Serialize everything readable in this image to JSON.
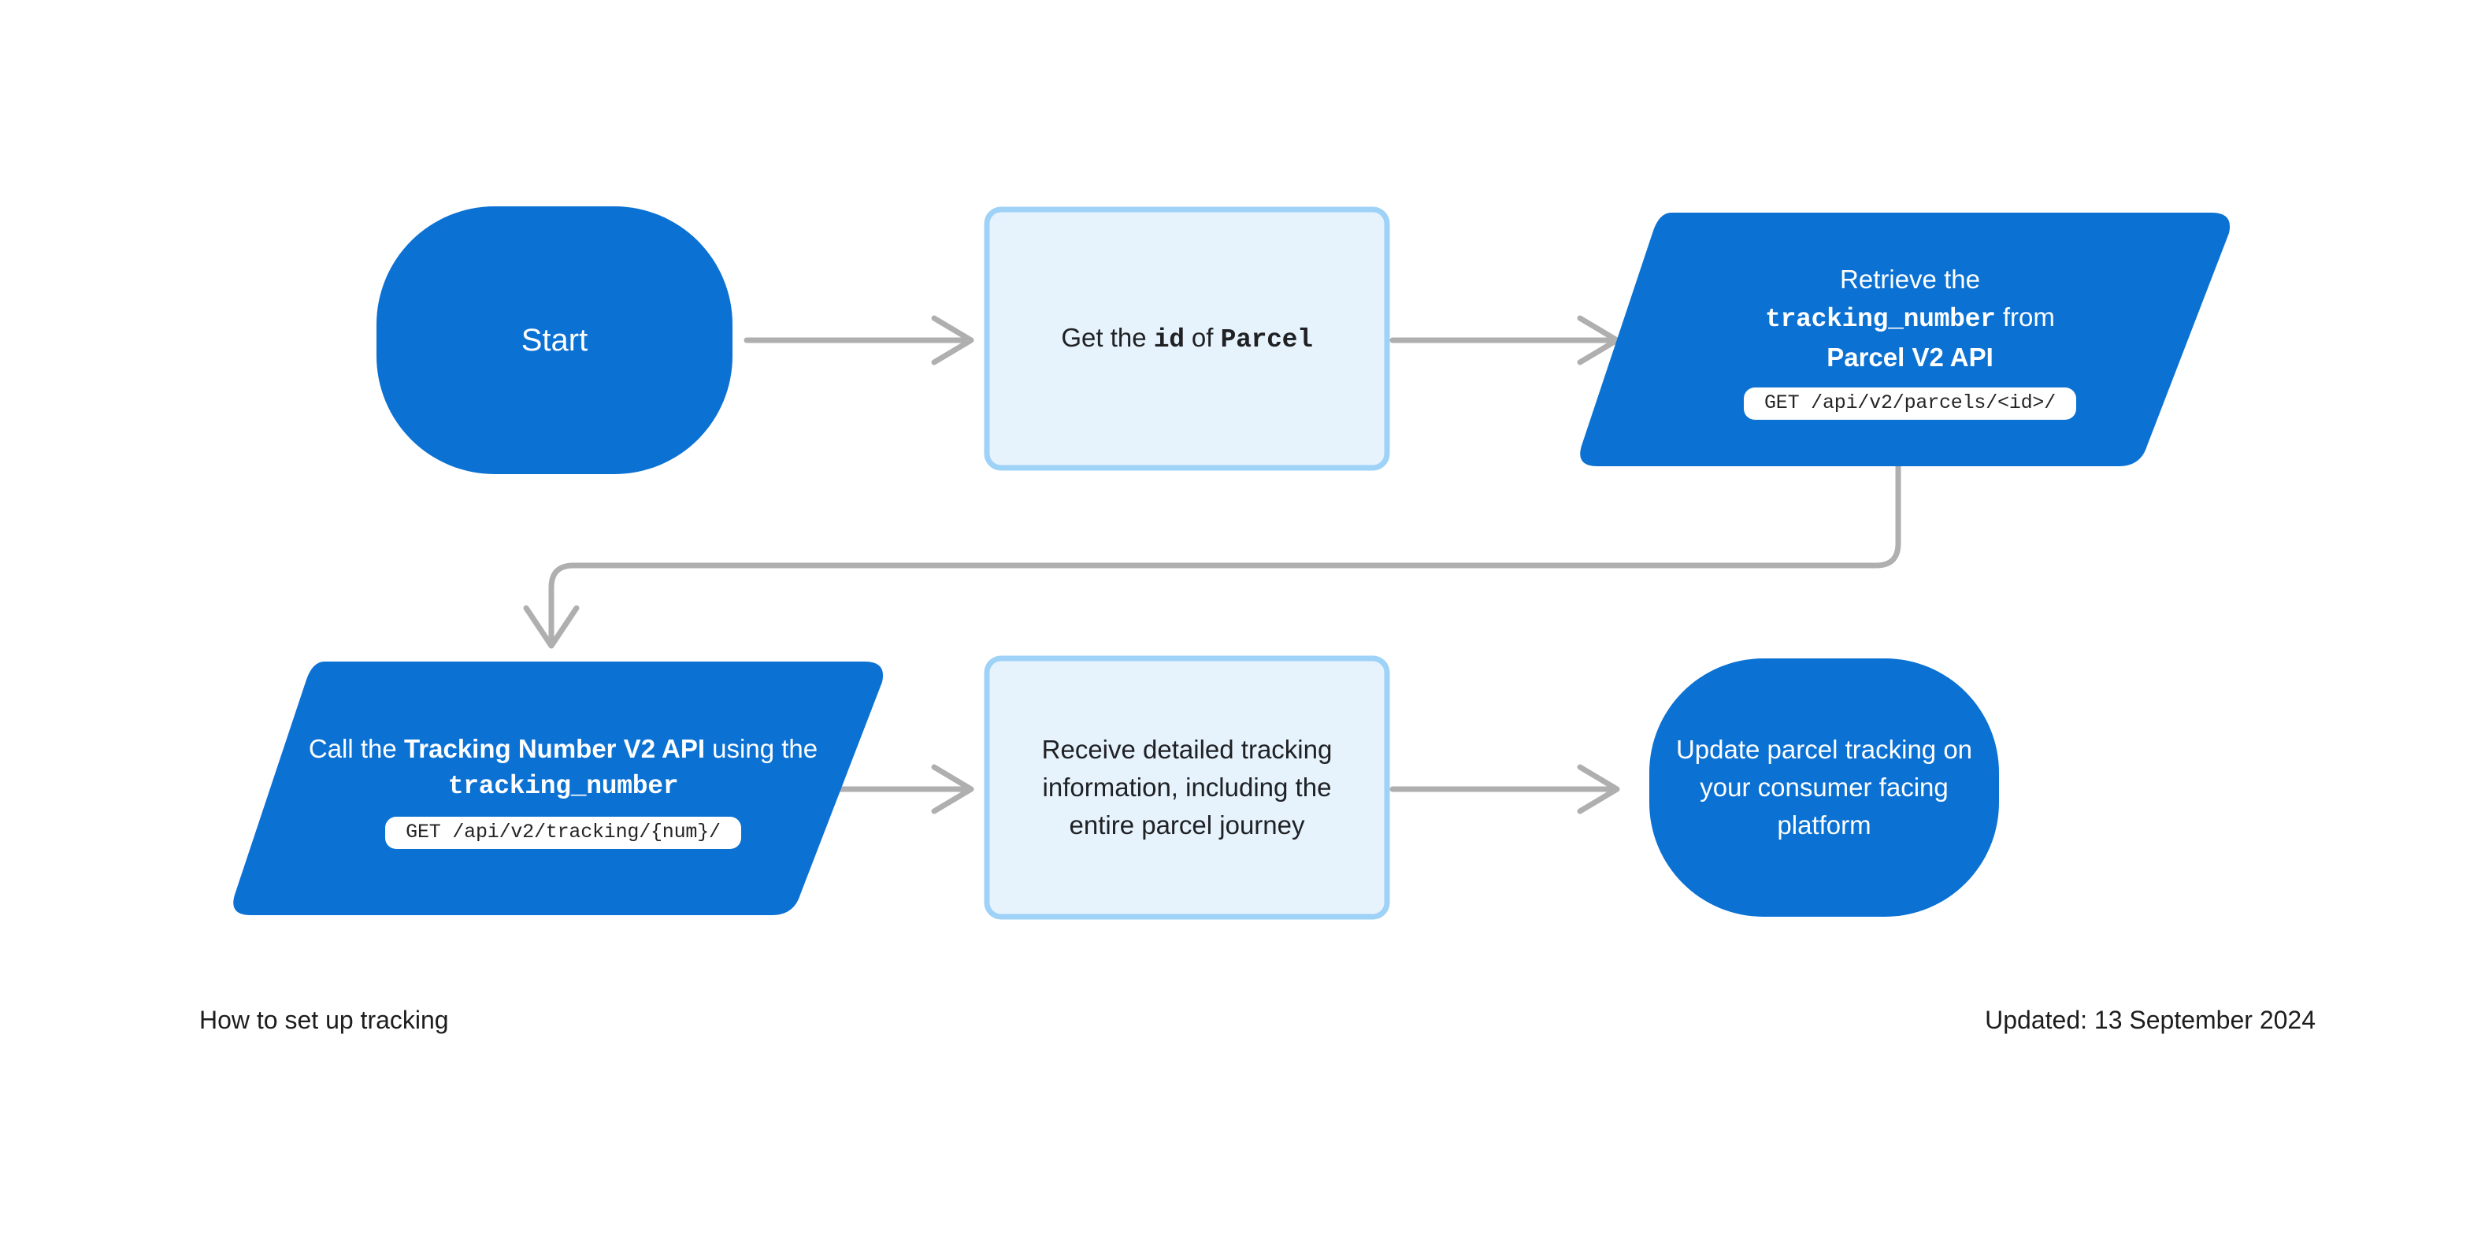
{
  "diagram": {
    "type": "flowchart",
    "title": "How to set up tracking",
    "updated": "Updated: 13 September 2024",
    "colors": {
      "process_fill": "#0B71D3",
      "process_text": "#FFFFFF",
      "note_fill": "#E6F3FD",
      "note_border": "#9ED2F7",
      "note_text": "#202124",
      "connector": "#AFAFAF",
      "pill_bg": "#FFFFFF",
      "pill_text": "#242424",
      "background": "#FFFFFF"
    },
    "nodes": [
      {
        "id": "start",
        "shape": "rounded-terminator",
        "label": "Start",
        "text_parts": [
          {
            "text": "Start",
            "style": "plain"
          }
        ],
        "fill": "#0B71D3"
      },
      {
        "id": "get-id",
        "shape": "rounded-rect",
        "label": "Get the id of Parcel",
        "text_parts": [
          {
            "text": "Get the ",
            "style": "plain"
          },
          {
            "text": "id",
            "style": "mono"
          },
          {
            "text": " of ",
            "style": "plain"
          },
          {
            "text": "Parcel",
            "style": "mono"
          }
        ],
        "fill": "#E6F3FD"
      },
      {
        "id": "retrieve-tracking-number",
        "shape": "parallelogram",
        "label": "Retrieve the tracking_number from Parcel V2 API",
        "text_parts": [
          {
            "text": "Retrieve the",
            "style": "plain"
          },
          {
            "text": "\n",
            "style": "break"
          },
          {
            "text": "tracking_number",
            "style": "mono"
          },
          {
            "text": " from",
            "style": "plain"
          },
          {
            "text": "\n",
            "style": "break"
          },
          {
            "text": "Parcel V2 API",
            "style": "strong"
          }
        ],
        "api_pill": "GET /api/v2/parcels/<id>/",
        "fill": "#0B71D3"
      },
      {
        "id": "call-tracking-api",
        "shape": "parallelogram",
        "label": "Call the Tracking Number V2 API using the tracking_number",
        "text_parts": [
          {
            "text": "Call the ",
            "style": "plain"
          },
          {
            "text": "Tracking Number V2 API",
            "style": "strong"
          },
          {
            "text": " using the",
            "style": "plain"
          },
          {
            "text": "\n",
            "style": "break"
          },
          {
            "text": "tracking_number",
            "style": "mono"
          }
        ],
        "api_pill": "GET /api/v2/tracking/{num}/",
        "fill": "#0B71D3"
      },
      {
        "id": "receive-info",
        "shape": "rounded-rect",
        "label": "Receive detailed tracking information, including the entire parcel journey",
        "text_parts": [
          {
            "text": "Receive detailed tracking information, including the entire parcel journey",
            "style": "plain"
          }
        ],
        "fill": "#E6F3FD"
      },
      {
        "id": "update-platform",
        "shape": "rounded-terminator",
        "label": "Update parcel tracking on your consumer facing platform",
        "text_parts": [
          {
            "text": "Update parcel tracking on your consumer facing platform",
            "style": "plain"
          }
        ],
        "fill": "#0B71D3"
      }
    ],
    "connectors": [
      {
        "id": "start-to-get-id",
        "from": "start",
        "to": "get-id",
        "kind": "arrow-right"
      },
      {
        "id": "get-id-to-retrieve",
        "from": "get-id",
        "to": "retrieve-tracking-number",
        "kind": "arrow-right"
      },
      {
        "id": "retrieve-to-call",
        "from": "retrieve-tracking-number",
        "to": "call-tracking-api",
        "kind": "elbow-down-left-down"
      },
      {
        "id": "call-to-receive",
        "from": "call-tracking-api",
        "to": "receive-info",
        "kind": "arrow-right"
      },
      {
        "id": "receive-to-update",
        "from": "receive-info",
        "to": "update-platform",
        "kind": "arrow-right"
      }
    ]
  }
}
